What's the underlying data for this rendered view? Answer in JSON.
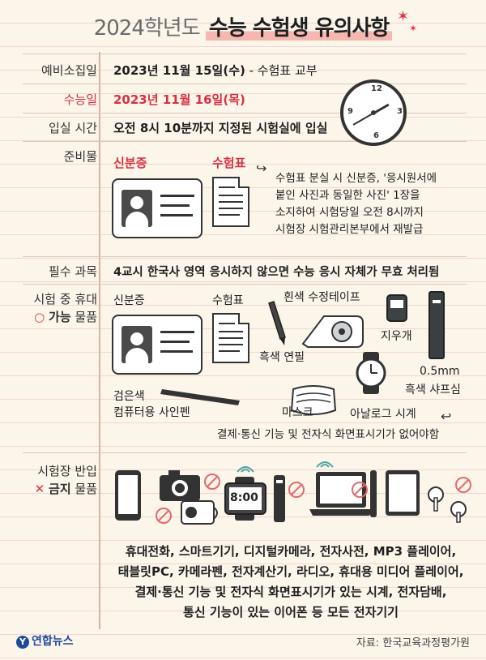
{
  "title": {
    "year": "2024학년도",
    "main": "수능 수험생 유의사항"
  },
  "rows": {
    "prelim": {
      "label": "예비소집일",
      "value": "2023년 11월 15일(수)",
      "suffix": " - 수험표 교부"
    },
    "exam_day": {
      "label": "수능일",
      "value": "2023년 11월 16일(목)"
    },
    "entry_time": {
      "label": "입실 시간",
      "value": "오전 8시 10분까지 지정된 시험실에 입실"
    },
    "prep": {
      "label": "준비물",
      "id_label": "신분증",
      "ticket_label": "수험표",
      "note": [
        "수험표 분실 시 신분증, '응시원서에",
        "붙인 사진과 동일한 사진' 1장을",
        "소지하여 시험당일 오전 8시까지",
        "시험장 시험관리본부에서 재발급"
      ]
    },
    "required": {
      "label": "필수 과목",
      "value": "4교시 한국사 영역 응시하지 않으면 수능 응시 자체가 무효 처리됨"
    },
    "allowed": {
      "label_line1": "시험 중 휴대",
      "label_mark": "○",
      "label_word": "가능",
      "label_tail": " 물품",
      "items": {
        "id": "신분증",
        "ticket": "수험표",
        "tape": "흰색 수정테이프",
        "eraser": "지우개",
        "pencil": "흑색 연필",
        "mech_pencil_1": "0.5mm",
        "mech_pencil_2": "흑색 샤프심",
        "pen_1": "검은색",
        "pen_2": "컴퓨터용 사인펜",
        "mask": "마스크",
        "watch": "아날로그 시계"
      },
      "note": "결제·통신 기능 및 전자식 화면표시기가 없어야함"
    },
    "banned": {
      "label_line1": "시험장 반입",
      "label_mark": "✕",
      "label_word": "금지",
      "label_tail": " 물품",
      "watch_display": "8:00",
      "text": [
        "휴대전화, 스마트기기, 디지털카메라, 전자사전, MP3 플레이어,",
        "태블릿PC, 카메라펜, 전자계산기, 라디오, 휴대용 미디어 플레이어,",
        "결제·통신 기능 및 전자식 화면표시기가 있는 시계, 전자담배,",
        "통신 기능이 있는 이어폰 등 모든 전자기기"
      ]
    }
  },
  "footer": {
    "logo": "연합뉴스",
    "source": "자료: 한국교육과정평가원"
  },
  "icons": {
    "clock": "clock-icon",
    "idcard": "id-card-icon",
    "ticket": "exam-ticket-icon"
  }
}
